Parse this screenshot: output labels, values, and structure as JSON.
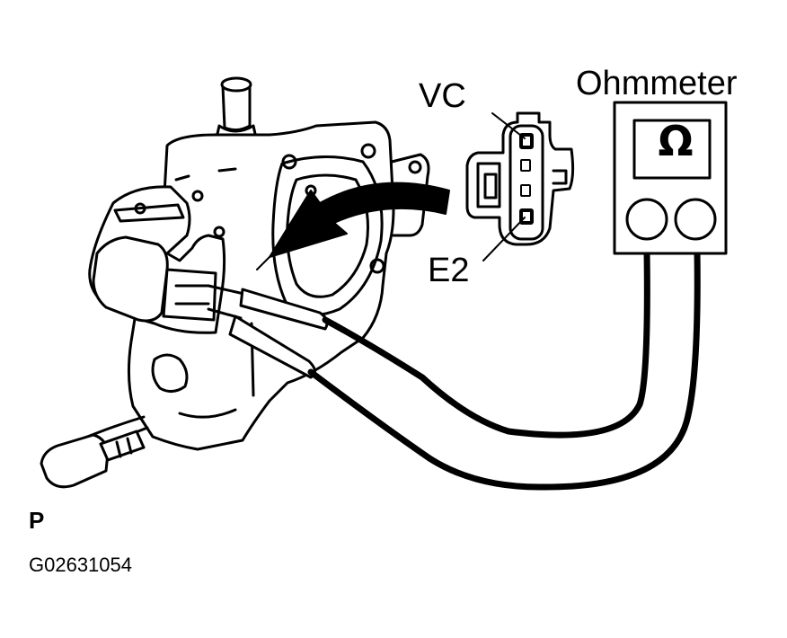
{
  "labels": {
    "ohmmeter": "Ohmmeter",
    "vc": "VC",
    "e2": "E2",
    "p": "P",
    "figure_id": "G02631054"
  },
  "meter_symbol": "Ω",
  "icons": [
    "throttle-body-icon",
    "sensor-connector-icon",
    "ohmmeter-icon",
    "probe-lead-icon"
  ],
  "colors": {
    "line": "#000000",
    "background": "#ffffff"
  }
}
